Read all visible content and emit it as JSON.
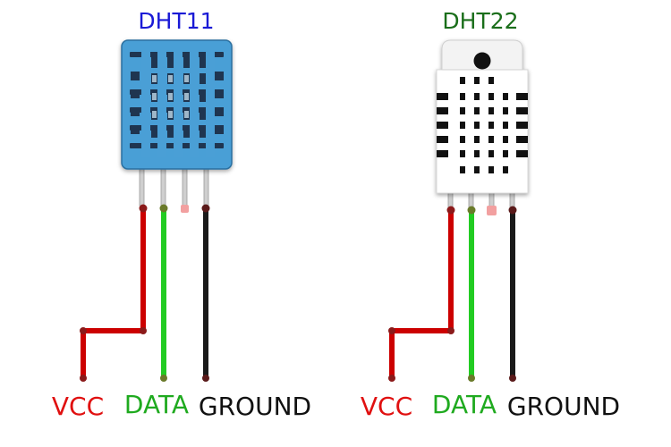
{
  "sensors": [
    {
      "title": "DHT11",
      "title_color": "#1a1ad6",
      "body_color": "#4a9fd6",
      "labels": {
        "vcc": "VCC",
        "data": "DATA",
        "ground": "GROUND"
      }
    },
    {
      "title": "DHT22",
      "title_color": "#1a6e1a",
      "body_color": "#ffffff",
      "labels": {
        "vcc": "VCC",
        "data": "DATA",
        "ground": "GROUND"
      }
    }
  ],
  "colors": {
    "vcc_wire": "#cc0000",
    "data_wire": "#22cc22",
    "ground_wire": "#1a1a1a",
    "vcc_label": "#e01010",
    "data_label": "#1faa1f",
    "ground_label": "#111111"
  }
}
